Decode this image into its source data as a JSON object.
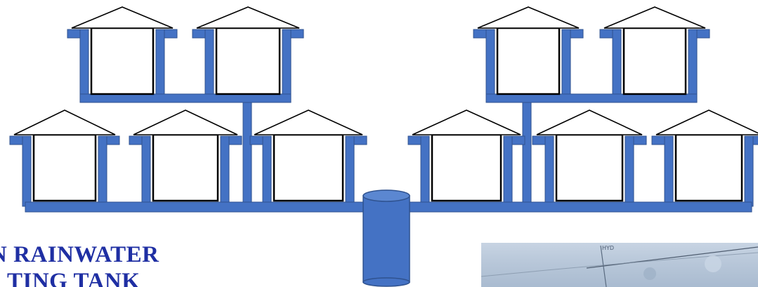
{
  "caption": {
    "line1": "N RAINWATER",
    "line2": "TING TANK"
  },
  "diagram": {
    "upper_row_houses": 4,
    "lower_row_houses": 6,
    "pipe_color": "#4472c4",
    "tank_color": "#4472c4"
  },
  "photo": {
    "annotation": "HYD"
  }
}
